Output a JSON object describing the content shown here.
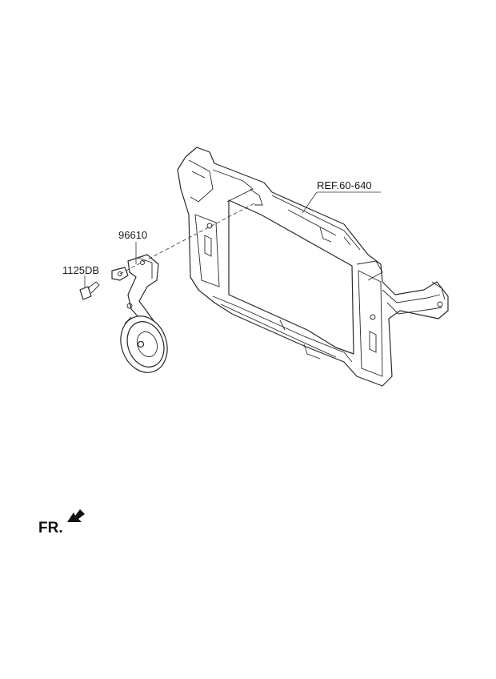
{
  "labels": {
    "ref": "REF.60-640",
    "horn_bracket": "96610",
    "bolt": "1125DB",
    "front_indicator": "FR."
  },
  "colors": {
    "line": "#2a2a2a",
    "background": "#ffffff"
  },
  "icons": {
    "front_arrow": "arrow-down-left-icon"
  }
}
